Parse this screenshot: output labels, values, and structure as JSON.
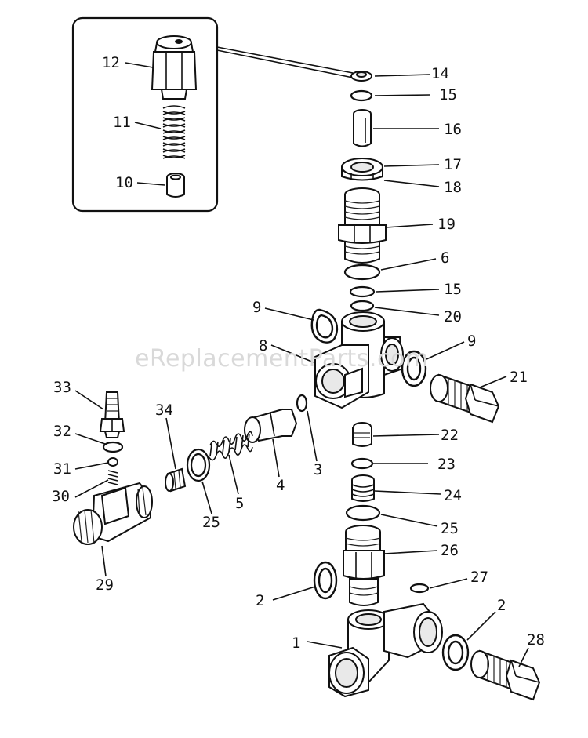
{
  "watermark": "eReplacementParts.com",
  "part_numbers": {
    "p1": "1",
    "p2a": "2",
    "p2b": "2",
    "p3": "3",
    "p4": "4",
    "p5": "5",
    "p6": "6",
    "p8": "8",
    "p9a": "9",
    "p9b": "9",
    "p10": "10",
    "p11": "11",
    "p12": "12",
    "p14": "14",
    "p15a": "15",
    "p15b": "15",
    "p16": "16",
    "p17": "17",
    "p18": "18",
    "p19": "19",
    "p20": "20",
    "p21": "21",
    "p22": "22",
    "p23": "23",
    "p24": "24",
    "p25a": "25",
    "p25b": "25",
    "p26": "26",
    "p27": "27",
    "p28": "28",
    "p29": "29",
    "p30": "30",
    "p31": "31",
    "p32": "32",
    "p33": "33",
    "p34": "34"
  }
}
